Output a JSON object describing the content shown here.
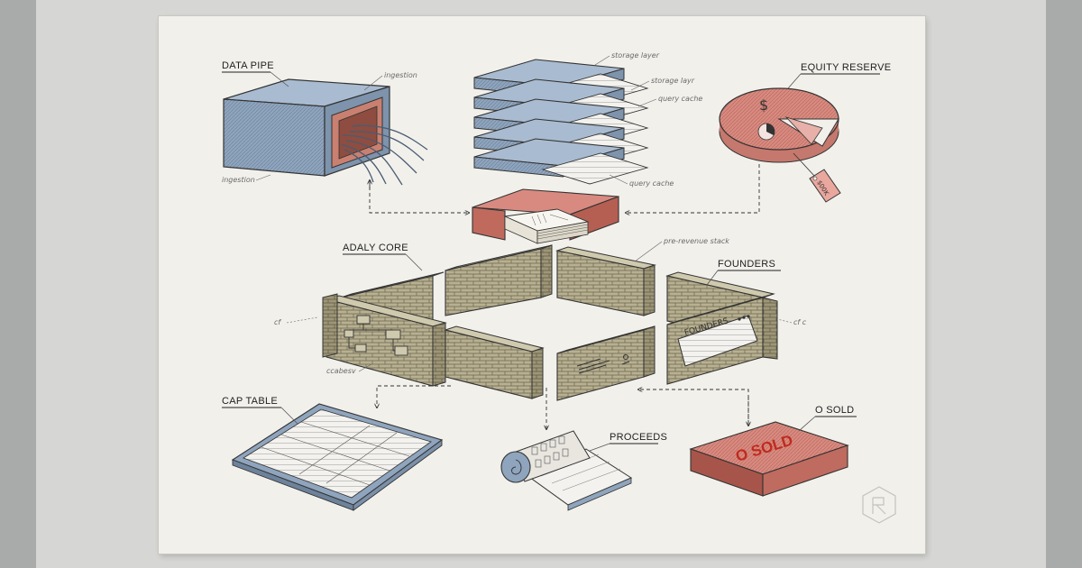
{
  "labels": {
    "data_pipe": "DATA PIPE",
    "equity_reserve": "EQUITY RESERVE",
    "adaly_core": "ADALY CORE",
    "founders": "FOUNDERS",
    "cap_table": "CAP TABLE",
    "proceeds": "PROCEEDS",
    "o_sold": "O SOLD"
  },
  "annotations": {
    "ingestion_top": "ingestion",
    "ingestion_left": "ingestion",
    "storage_layer": "storage layer",
    "storage_layr": "storage layr",
    "query_cache_top": "query cache",
    "query_cache_bottom": "query cache",
    "pre_revenue_stack": "pre-revenue stack",
    "left_wall_note": "cf",
    "right_wall_note": "cf c",
    "codebase_note": "ccabesv"
  },
  "objects": {
    "founders_panel_text": "FOUNDERS",
    "sold_block_text": "O SOLD",
    "pie_symbol": "$",
    "price_tag_text": "$00K"
  },
  "colors": {
    "blue": "#8fa4bd",
    "red": "#d98a80",
    "brick": "#b7b091",
    "paper": "#f1f0eb"
  }
}
